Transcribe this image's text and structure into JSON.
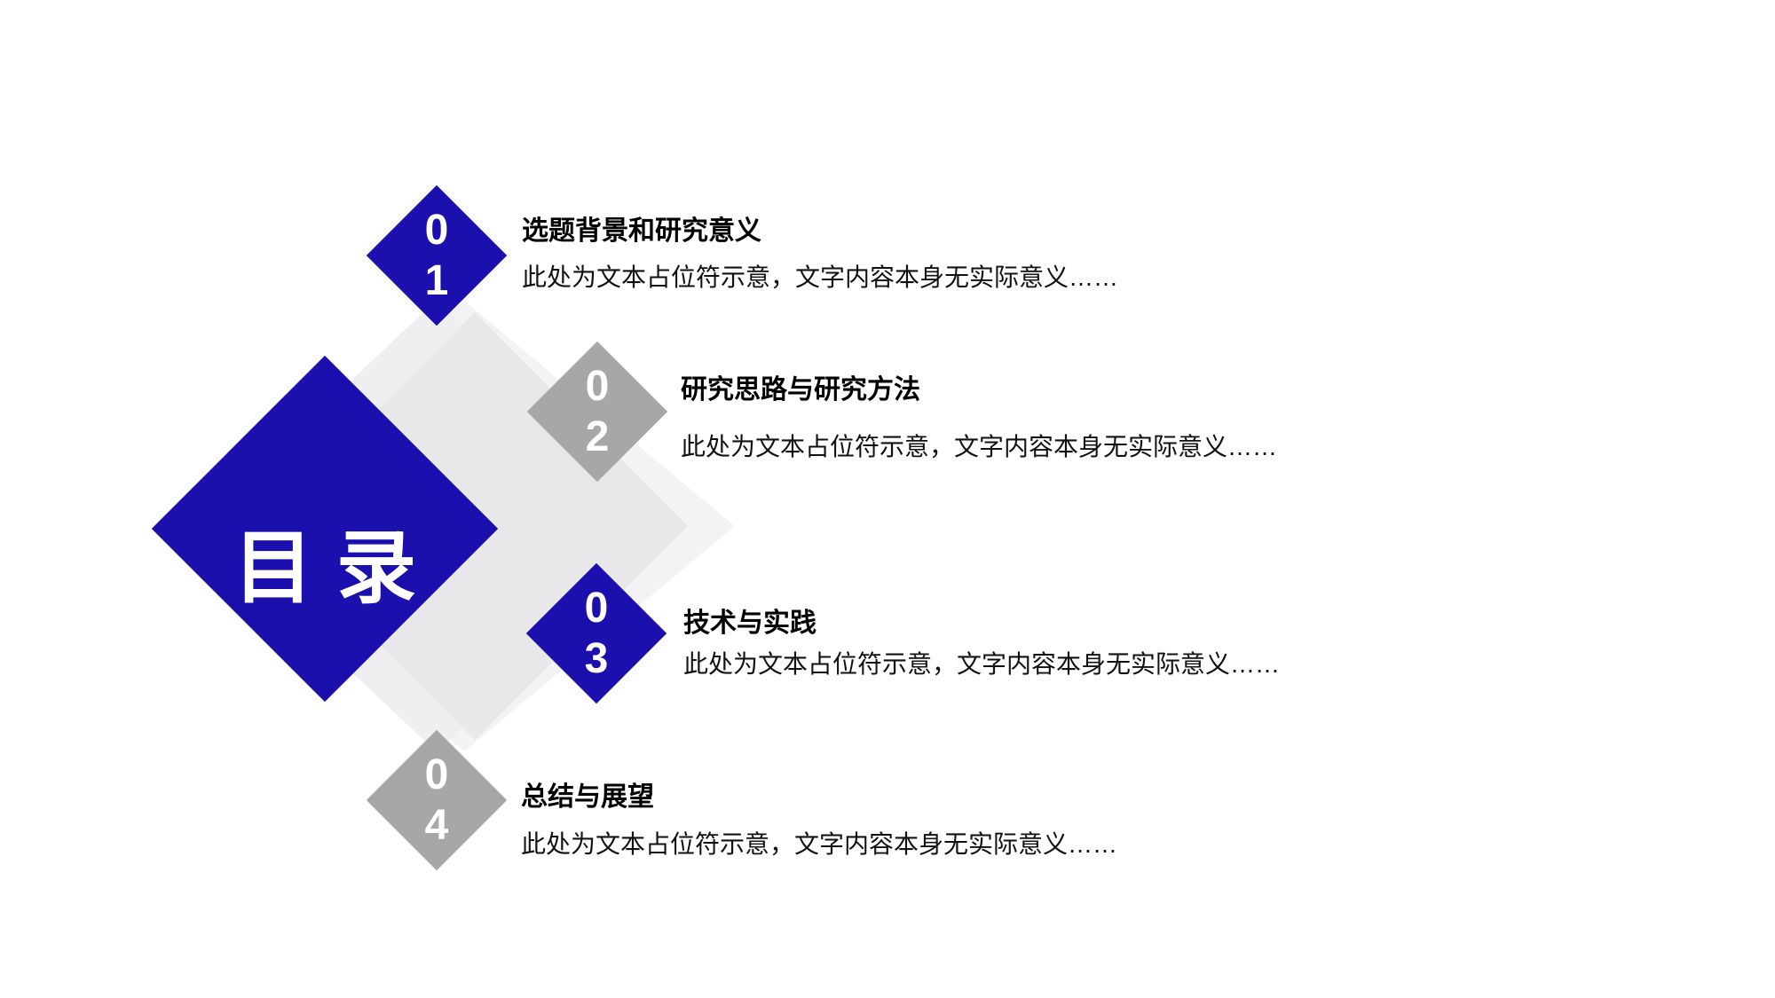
{
  "slide": {
    "type": "table-of-contents",
    "title": "目录"
  },
  "colors": {
    "primary_blue": "#1B10AD",
    "gray_diamond": "#A7A7AA",
    "bg_diamond_light": "#E8E8EB",
    "bg_diamond_pale": "#EFEFF2",
    "bg_diamond_palest": "#F3F3F6",
    "heading_text": "#000000",
    "body_text": "#111111",
    "number_text": "#FFFFFF",
    "canvas": "#FFFFFF"
  },
  "toc": {
    "title": "目录",
    "items": [
      {
        "number": "01",
        "digits": [
          "0",
          "1"
        ],
        "diamond_color": "blue",
        "title": "选题背景和研究意义",
        "description": "此处为文本占位符示意，文字内容本身无实际意义……"
      },
      {
        "number": "02",
        "digits": [
          "0",
          "2"
        ],
        "diamond_color": "gray",
        "title": "研究思路与研究方法",
        "description": "此处为文本占位符示意，文字内容本身无实际意义……"
      },
      {
        "number": "03",
        "digits": [
          "0",
          "3"
        ],
        "diamond_color": "blue",
        "title": "技术与实践",
        "description": "此处为文本占位符示意，文字内容本身无实际意义……"
      },
      {
        "number": "04",
        "digits": [
          "0",
          "4"
        ],
        "diamond_color": "gray",
        "title": "总结与展望",
        "description": "此处为文本占位符示意，文字内容本身无实际意义……"
      }
    ]
  }
}
